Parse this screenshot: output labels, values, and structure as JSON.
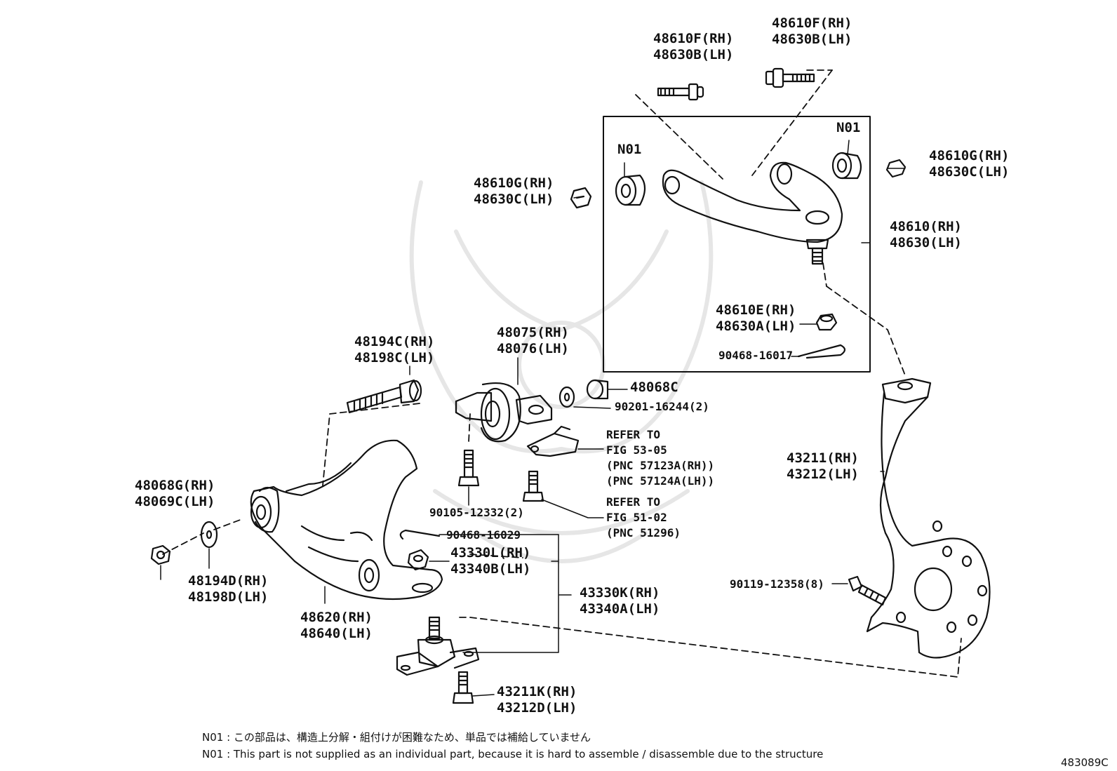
{
  "labels": {
    "bolt_a_rh": "48610F(RH)",
    "bolt_a_lh": "48630B(LH)",
    "bolt_b_rh": "48610F(RH)",
    "bolt_b_lh": "48630B(LH)",
    "n01_left": "N01",
    "n01_right": "N01",
    "nut_l_rh": "48610G(RH)",
    "nut_l_lh": "48630C(LH)",
    "nut_r_rh": "48610G(RH)",
    "nut_r_lh": "48630C(LH)",
    "uarm_rh": "48610(RH)",
    "uarm_lh": "48630(LH)",
    "unut_rh": "48610E(RH)",
    "unut_lh": "48630A(LH)",
    "pin_upper": "90468-16017",
    "lbolt_rh": "48194C(RH)",
    "lbolt_lh": "48198C(LH)",
    "brk_rh": "48075(RH)",
    "brk_lh": "48076(LH)",
    "p48068c": "48068C",
    "washer_9020": "90201-16244(2)",
    "ref1_l1": "REFER TO",
    "ref1_l2": "FIG 53-05",
    "ref1_l3": "(PNC 57123A(RH))",
    "ref1_l4": "(PNC 57124A(LH))",
    "ref2_l1": "REFER TO",
    "ref2_l2": "FIG 51-02",
    "ref2_l3": "(PNC 51296)",
    "bolt_9010": "90105-12332(2)",
    "lnut_rh": "48068G(RH)",
    "lnut_lh": "48069C(LH)",
    "lwash_rh": "48194D(RH)",
    "lwash_lh": "48198D(LH)",
    "pin_lower": "90468-16029",
    "bjnut_rh": "43330L(RH)",
    "bjnut_lh": "43340B(LH)",
    "bj_rh": "43330K(RH)",
    "bj_lh": "43340A(LH)",
    "larm_rh": "48620(RH)",
    "larm_lh": "48640(LH)",
    "knuckle_rh": "43211(RH)",
    "knuckle_lh": "43212(LH)",
    "hubbolt": "90119-12358(8)",
    "bjbolt_rh": "43211K(RH)",
    "bjbolt_lh": "43212D(LH)"
  },
  "footnotes": {
    "jp": "N01 : この部品は、構造上分解・組付けが困難なため、単品では補給していません",
    "en": "N01 : This part is not supplied as an individual part, because it is hard to assemble / disassemble due to the structure"
  },
  "figure_code": "483089C"
}
